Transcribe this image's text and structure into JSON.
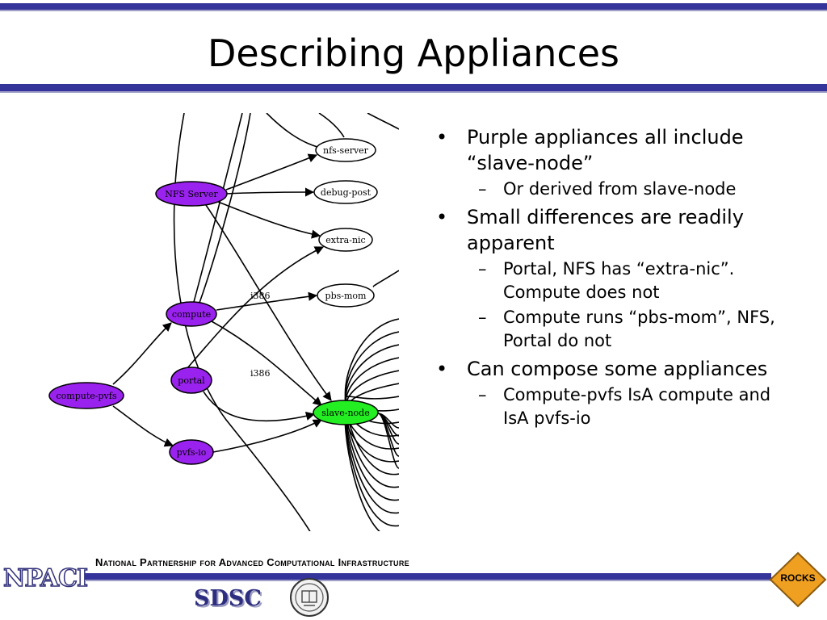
{
  "slide": {
    "title": "Describing Appliances"
  },
  "graph": {
    "nodes": [
      {
        "id": "nfs-server",
        "label": "nfs-server"
      },
      {
        "id": "debug-post",
        "label": "debug-post"
      },
      {
        "id": "extra-nic",
        "label": "extra-nic"
      },
      {
        "id": "pbs-mom",
        "label": "pbs-mom"
      },
      {
        "id": "NFS Server",
        "label": "NFS Server"
      },
      {
        "id": "compute",
        "label": "compute"
      },
      {
        "id": "portal",
        "label": "portal"
      },
      {
        "id": "compute-pvfs",
        "label": "compute-pvfs"
      },
      {
        "id": "pvfs-io",
        "label": "pvfs-io"
      },
      {
        "id": "slave-node",
        "label": "slave-node"
      }
    ],
    "edge_labels": [
      "i386",
      "i386"
    ],
    "colors": {
      "purple": "#9a22ee",
      "green": "#22ee22",
      "white": "#ffffff"
    }
  },
  "bullets": [
    {
      "level": 1,
      "text": "Purple appliances all include “slave-node”"
    },
    {
      "level": 2,
      "text": "Or derived from slave-node"
    },
    {
      "level": 1,
      "text": "Small differences are readily apparent"
    },
    {
      "level": 2,
      "text": "Portal, NFS has “extra-nic”. Compute does not"
    },
    {
      "level": 2,
      "text": "Compute runs “pbs-mom”, NFS, Portal do not"
    },
    {
      "level": 1,
      "text": "Can compose some appliances"
    },
    {
      "level": 2,
      "text": "Compute-pvfs IsA compute and  IsA pvfs-io"
    }
  ],
  "footer": {
    "org_name": "National Partnership for Advanced Computational Infrastructure",
    "logo_npaci": "NPACI",
    "logo_sdsc": "SDSC",
    "logo_rocks": "ROCKS"
  },
  "theme": {
    "bar_color": "#34349a",
    "rocks_color": "#f0a020"
  }
}
